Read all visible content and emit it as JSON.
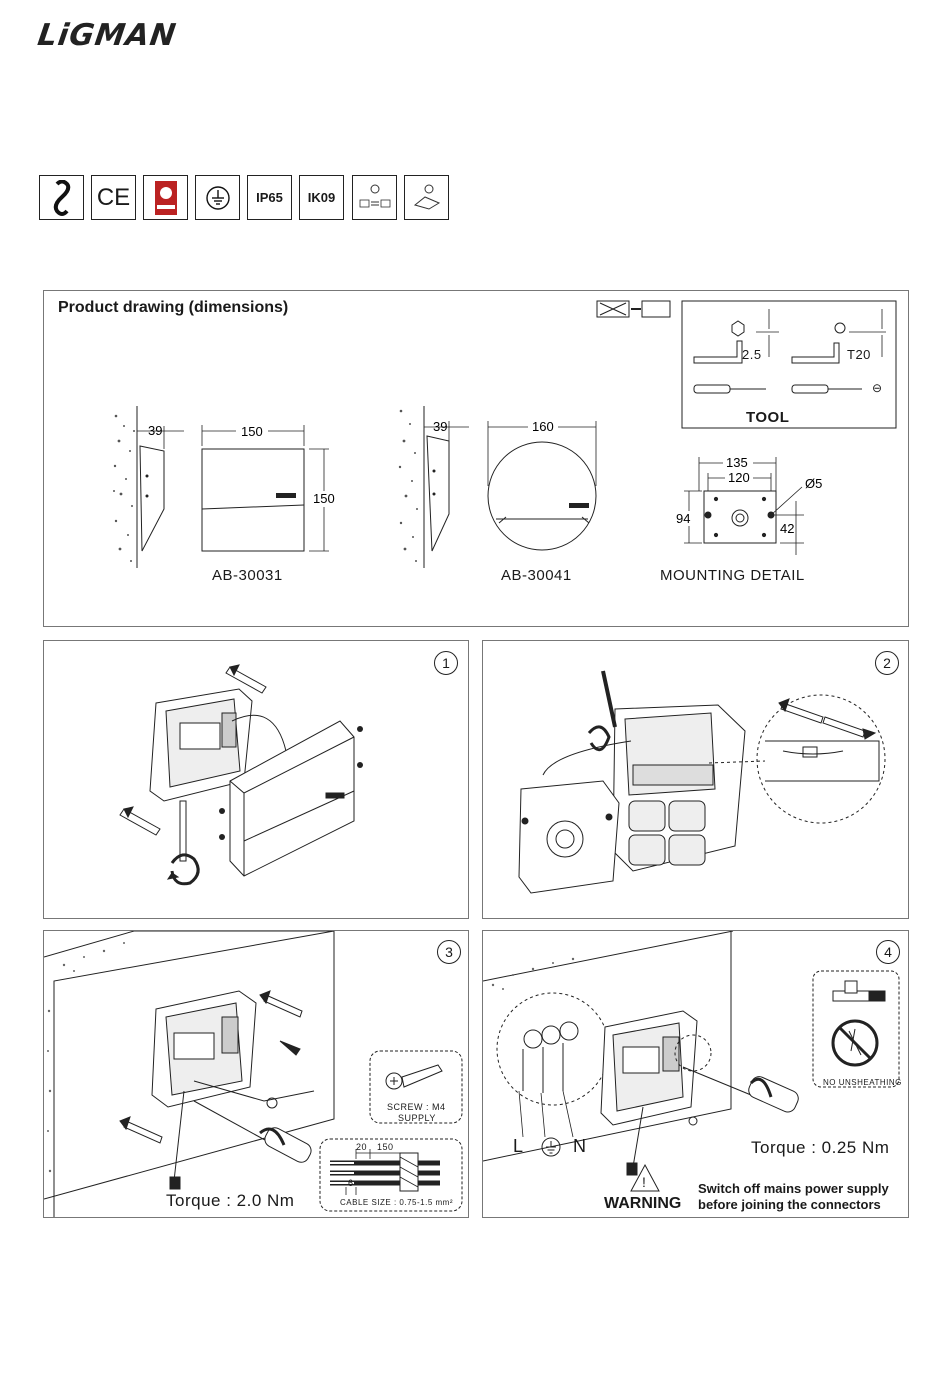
{
  "brand": "LiGMAN",
  "certifications": [
    {
      "label": "",
      "icon": "chain-link-icon"
    },
    {
      "label": "CE",
      "icon": "ce-mark-icon"
    },
    {
      "label": "",
      "icon": "sirim-mark-icon"
    },
    {
      "label": "",
      "icon": "earth-ground-icon"
    },
    {
      "label": "IP65",
      "icon": "ip-rating-icon"
    },
    {
      "label": "IK09",
      "icon": "ik-rating-icon"
    },
    {
      "label": "",
      "icon": "voltage-icon"
    },
    {
      "label": "",
      "icon": "recycle-icon"
    }
  ],
  "dimensions": {
    "title": "Product drawing (dimensions)",
    "model_a": {
      "name": "AB-30031",
      "depth": "39",
      "width": "150",
      "height": "150"
    },
    "model_b": {
      "name": "AB-30041",
      "depth": "39",
      "diameter": "160"
    },
    "tool": {
      "title": "TOOL",
      "hex_size": "2.5",
      "torx_size": "T20",
      "minus": "⊖"
    },
    "mounting": {
      "title": "MOUNTING DETAIL",
      "w1": "135",
      "w2": "120",
      "hole": "Ø5",
      "h1": "94",
      "h2": "42"
    }
  },
  "steps": [
    {
      "number": "1"
    },
    {
      "number": "2"
    },
    {
      "number": "3",
      "screw_label": "SCREW : M4",
      "screw_sub": "SUPPLY",
      "strip_a": "20",
      "strip_b": "150",
      "strip_c": "6",
      "cable_size": "CABLE SIZE : 0.75-1.5 mm²",
      "torque": "Torque : 2.0 Nm"
    },
    {
      "number": "4",
      "no_unsheathing": "NO UNSHEATHING",
      "terminal_l": "L",
      "terminal_n": "N",
      "torque": "Torque : 0.25 Nm",
      "warning": "WARNING",
      "warning_line1": "Switch off mains power supply",
      "warning_line2": "before joining the connectors"
    }
  ]
}
